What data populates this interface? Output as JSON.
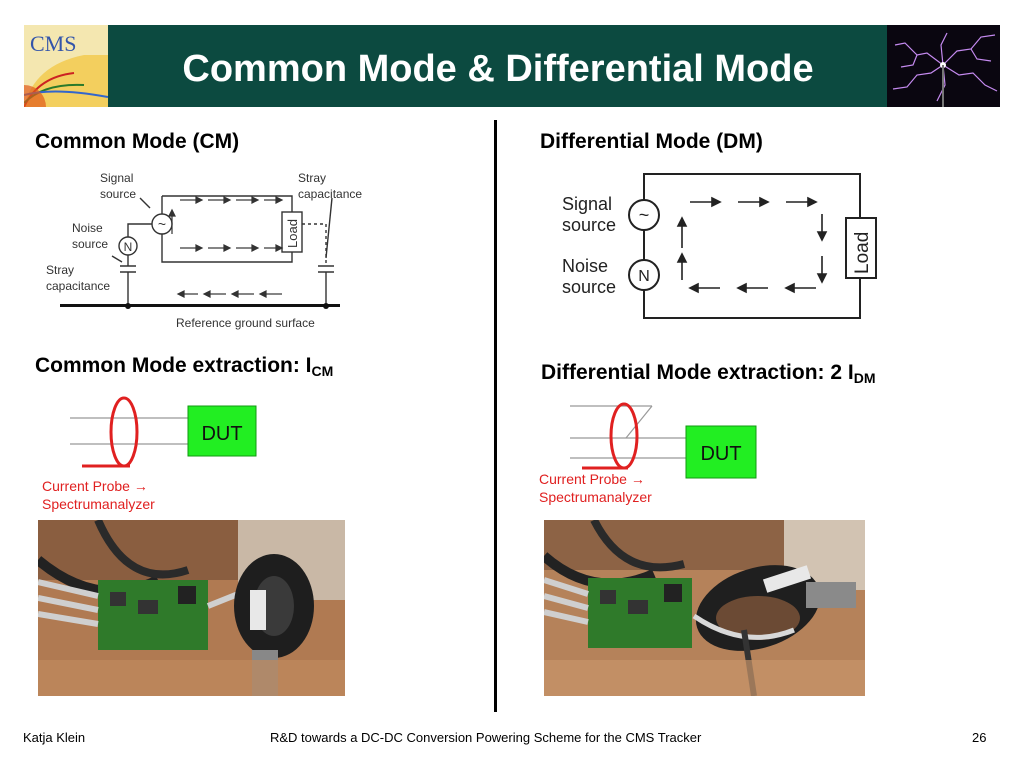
{
  "slide": {
    "title": "Common Mode & Differential Mode"
  },
  "header_logos": {
    "left_logo_text": "CMS"
  },
  "cm_section": {
    "heading": "Common Mode (CM)",
    "diagram": {
      "signal_source_label_1": "Signal",
      "signal_source_label_2": "source",
      "noise_source_label_1": "Noise",
      "noise_source_label_2": "source",
      "stray_cap_left_1": "Stray",
      "stray_cap_left_2": "capacitance",
      "stray_cap_right_1": "Stray",
      "stray_cap_right_2": "capacitance",
      "load_label": "Load",
      "noise_symbol": "N",
      "signal_symbol": "~",
      "ground_label": "Reference ground surface"
    },
    "extraction_heading": "Common Mode extraction: I",
    "extraction_subscript": "CM",
    "dut_label": "DUT",
    "probe_line_1": "Current Probe →",
    "probe_line_2": "Spectrumanalyzer"
  },
  "dm_section": {
    "heading": "Differential Mode (DM)",
    "diagram": {
      "signal_source_label_1": "Signal",
      "signal_source_label_2": "source",
      "noise_source_label_1": "Noise",
      "noise_source_label_2": "source",
      "load_label": "Load",
      "noise_symbol": "N",
      "signal_symbol": "~"
    },
    "extraction_heading": "Differential Mode extraction: 2 I",
    "extraction_subscript": "DM",
    "dut_label": "DUT",
    "probe_line_1": "Current Probe →",
    "probe_line_2": "Spectrumanalyzer"
  },
  "footer": {
    "author": "Katja Klein",
    "talk_title": "R&D towards a DC-DC Conversion Powering Scheme for the CMS Tracker",
    "page_number": "26"
  },
  "colors": {
    "header_bg": "#0c4a40",
    "probe_red": "#e02020",
    "dut_green": "#22ee22"
  }
}
